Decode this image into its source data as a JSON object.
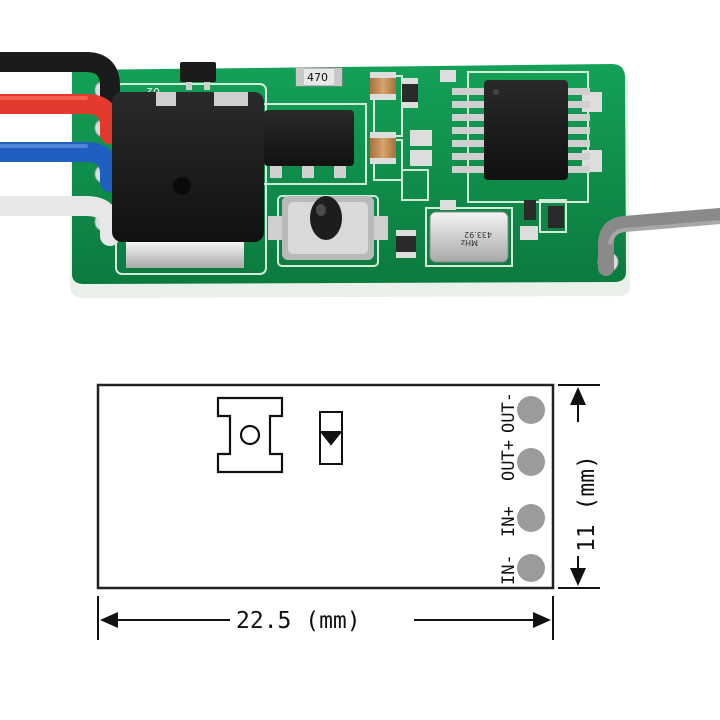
{
  "photo": {
    "resistor_marking": "470",
    "crystal_marking": "433.92",
    "crystal_marking_line2": "MHz",
    "board_marking": "02",
    "wire_colors": [
      "#1b1b1b",
      "#e23a2c",
      "#1f5fc0",
      "#f2f2f2"
    ],
    "output_wire_color": "#8a8a8a",
    "pcb_color": "#0f8a4a"
  },
  "diagram": {
    "pins": {
      "p1": "IN-",
      "p2": "IN+",
      "p3": "OUT+",
      "p4": "OUT-"
    },
    "width_label": "22.5 (mm)",
    "height_label": "11 (mm)"
  }
}
